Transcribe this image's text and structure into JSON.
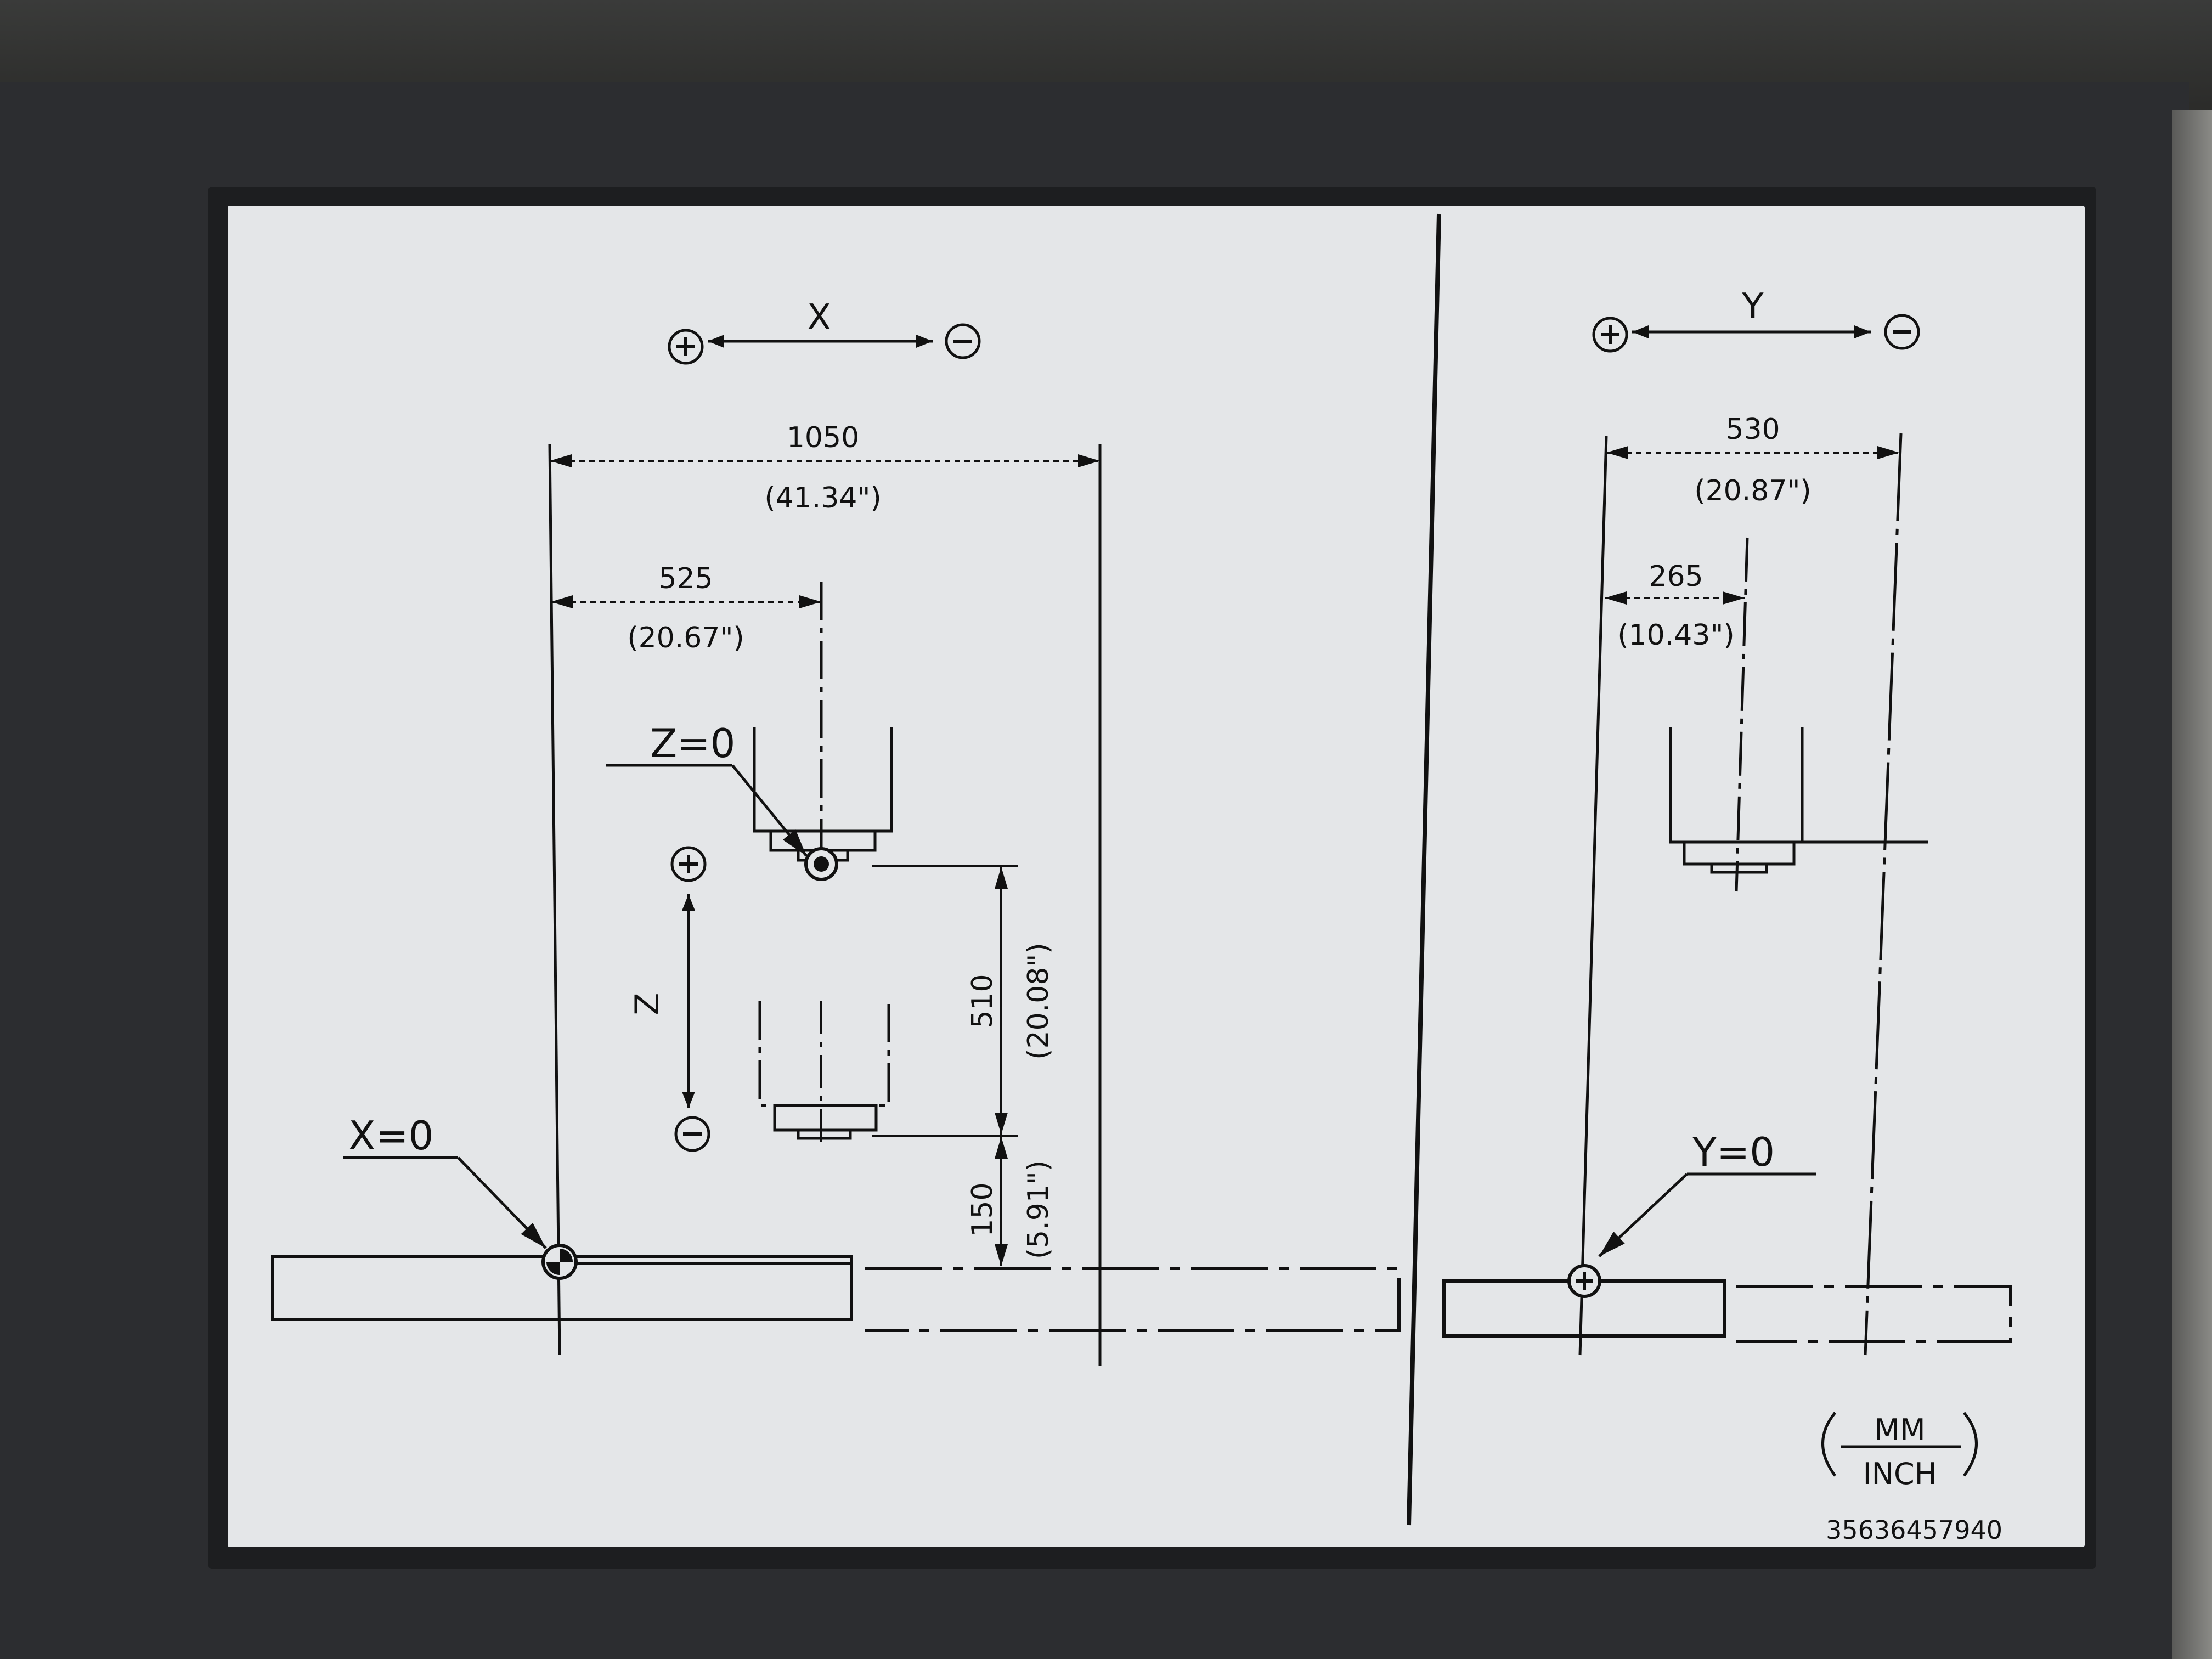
{
  "x_axis": {
    "name": "X",
    "plus": "+",
    "minus": "−",
    "total_mm": "1050",
    "total_in": "(41.34\")",
    "half_mm": "525",
    "half_in": "(20.67\")",
    "origin_label": "X=0"
  },
  "z_axis": {
    "name": "Z",
    "plus": "+",
    "minus": "−",
    "zero_label": "Z=0",
    "travel_mm": "510",
    "travel_in": "(20.08\")",
    "offset_mm": "150",
    "offset_in": "(5.91\")"
  },
  "y_axis": {
    "name": "Y",
    "plus": "+",
    "minus": "−",
    "total_mm": "530",
    "total_in": "(20.87\")",
    "half_mm": "265",
    "half_in": "(10.43\")",
    "origin_label": "Y=0"
  },
  "units": {
    "top": "MM",
    "bottom": "INCH"
  },
  "part_number": "35636457940",
  "colors": {
    "plate": "#e4e6e8",
    "ink": "#111111",
    "cabinet": "#2c2d30"
  }
}
